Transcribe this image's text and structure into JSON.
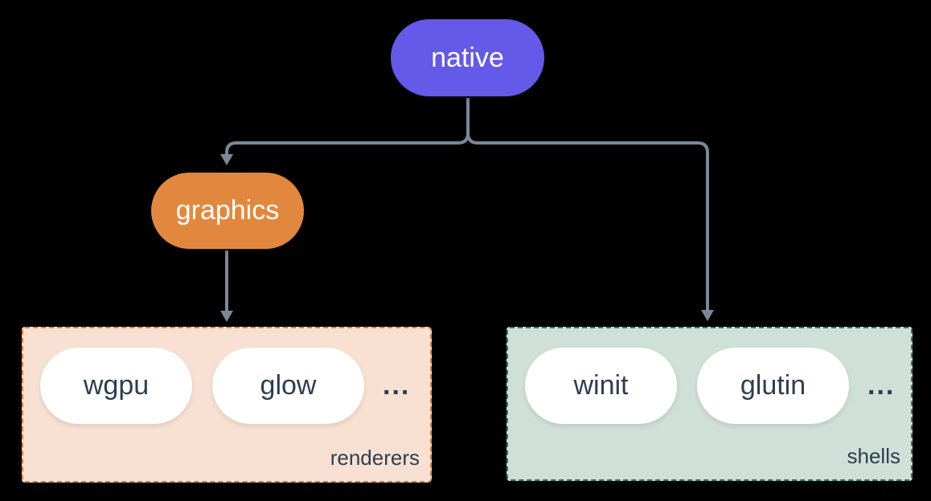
{
  "diagram": {
    "nodes": {
      "native": {
        "label": "native"
      },
      "graphics": {
        "label": "graphics"
      }
    },
    "groups": {
      "renderers": {
        "label": "renderers",
        "items": [
          {
            "label": "wgpu"
          },
          {
            "label": "glow"
          }
        ],
        "ellipsis": "..."
      },
      "shells": {
        "label": "shells",
        "items": [
          {
            "label": "winit"
          },
          {
            "label": "glutin"
          }
        ],
        "ellipsis": "..."
      }
    },
    "edges": [
      {
        "from": "native",
        "to": "graphics"
      },
      {
        "from": "native",
        "to": "shells"
      },
      {
        "from": "graphics",
        "to": "renderers"
      }
    ],
    "colors": {
      "background": "#000000",
      "native_fill": "#6459e8",
      "graphics_fill": "#e2883e",
      "renderers_fill": "#f8e1d2",
      "renderers_border": "#e0813a",
      "shells_fill": "#cfe0d8",
      "shells_border": "#2b7a6b",
      "connector": "#7a8899",
      "text_dark": "#2e3e50",
      "text_light": "#ffffff"
    }
  }
}
